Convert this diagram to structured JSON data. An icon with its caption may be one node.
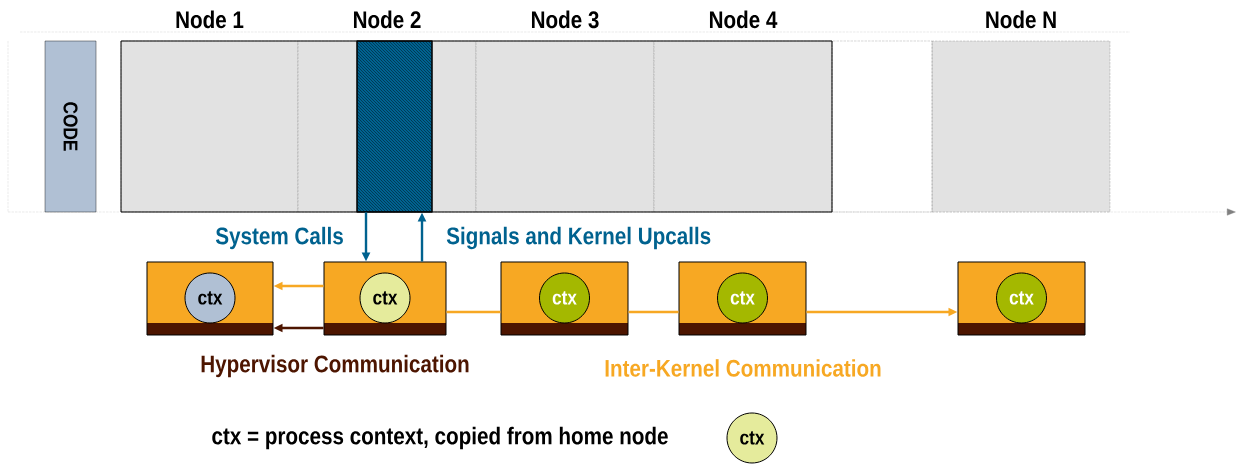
{
  "diagram": {
    "nodes": [
      {
        "text": [
          "CODE"
        ]
      },
      {
        "text": [
          "Node 1"
        ]
      },
      {
        "text": [
          "Node 2"
        ]
      },
      {
        "text": [
          "Node 3"
        ]
      },
      {
        "text": [
          "Node 4"
        ]
      },
      {
        "text": [
          "Node N"
        ]
      },
      {
        "text": [],
        "shape": "bar",
        "in": 2
      },
      {
        "text": [],
        "shape": "box"
      },
      {
        "text": [
          "ctx"
        ],
        "in": 7
      },
      {
        "text": [],
        "shape": "box"
      },
      {
        "text": [
          "ctx"
        ],
        "in": 9
      },
      {
        "text": [],
        "shape": "box"
      },
      {
        "text": [
          "ctx"
        ],
        "in": 11
      },
      {
        "text": [],
        "shape": "box"
      },
      {
        "text": [
          "ctx"
        ],
        "in": 13
      },
      {
        "text": [],
        "shape": "box"
      },
      {
        "text": [
          "ctx"
        ],
        "in": 15
      },
      {
        "text": [
          "ctx"
        ]
      },
      {
        "text": [],
        "shape": "box"
      }
    ],
    "edges": [
      {
        "from": 6,
        "to": 9,
        "arrow": "to",
        "label": "System Calls",
        "color": "#00628f"
      },
      {
        "from": 9,
        "to": 6,
        "arrow": "to",
        "label": "Signals and Kernel Upcalls",
        "color": "#00628f"
      },
      {
        "from": 9,
        "to": 7,
        "arrow": "to",
        "color": "#f7a823"
      },
      {
        "from": 9,
        "to": 7,
        "arrow": "to",
        "color": "#4d1500"
      },
      {
        "from": 9,
        "to": 11,
        "arrow": "none",
        "color": "#f7a823"
      },
      {
        "from": 11,
        "to": 13,
        "arrow": "none",
        "color": "#f7a823"
      },
      {
        "from": 13,
        "to": 15,
        "arrow": "to",
        "color": "#f7a823"
      }
    ],
    "labels": [
      "Hypervisor Communication",
      "Inter-Kernel Communication",
      "ctx = process context, copied from home node"
    ]
  }
}
